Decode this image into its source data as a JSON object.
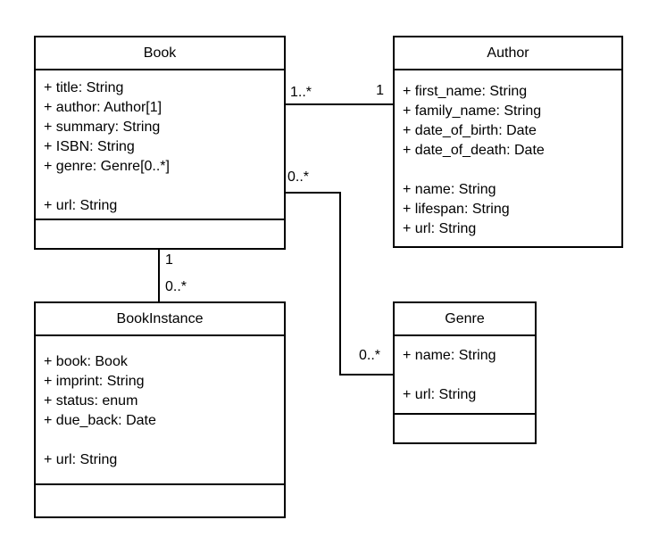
{
  "diagram": {
    "type": "uml-class-diagram",
    "background_color": "#ffffff",
    "line_color": "#000000",
    "text_color": "#000000"
  },
  "classes": {
    "book": {
      "name": "Book",
      "attributes": [
        "+ title: String",
        "+ author: Author[1]",
        "+ summary: String",
        "+ ISBN: String",
        "+ genre: Genre[0..*]",
        "",
        "+ url: String"
      ],
      "methods": []
    },
    "author": {
      "name": "Author",
      "attributes": [
        "+ first_name: String",
        "+ family_name: String",
        "+ date_of_birth: Date",
        "+ date_of_death: Date",
        "",
        "+ name: String",
        "+ lifespan: String",
        "+ url: String"
      ],
      "methods": []
    },
    "bookinstance": {
      "name": "BookInstance",
      "attributes": [
        "+ book: Book",
        "+ imprint: String",
        "+ status: enum",
        "+ due_back: Date",
        "",
        "+ url: String"
      ],
      "methods": []
    },
    "genre": {
      "name": "Genre",
      "attributes": [
        "+ name: String",
        "",
        "+ url: String"
      ],
      "methods": []
    }
  },
  "relationships": {
    "book_author": {
      "from": "Book",
      "to": "Author",
      "from_multiplicity": "1..*",
      "to_multiplicity": "1"
    },
    "book_bookinstance": {
      "from": "Book",
      "to": "BookInstance",
      "from_multiplicity": "1",
      "to_multiplicity": "0..*"
    },
    "book_genre": {
      "from": "Book",
      "to": "Genre",
      "from_multiplicity": "0..*",
      "to_multiplicity": "0..*"
    }
  }
}
